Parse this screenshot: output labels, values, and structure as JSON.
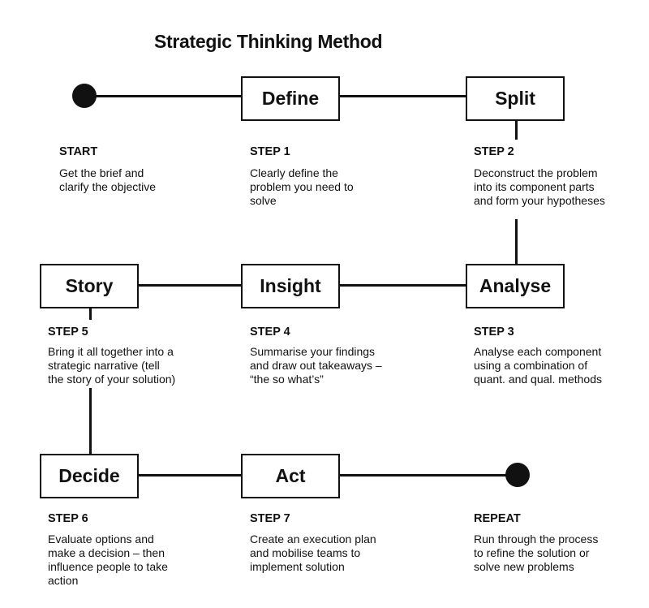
{
  "title": "Strategic Thinking Method",
  "boxes": {
    "define": "Define",
    "split": "Split",
    "analyse": "Analyse",
    "insight": "Insight",
    "story": "Story",
    "decide": "Decide",
    "act": "Act"
  },
  "steps": [
    {
      "label": "START",
      "lines": [
        "Get the brief and",
        "clarify the objective"
      ]
    },
    {
      "label": "STEP 1",
      "lines": [
        "Clearly define the",
        "problem you need to",
        "solve"
      ]
    },
    {
      "label": "STEP 2",
      "lines": [
        "Deconstruct the problem",
        "into its component parts",
        "and form your hypotheses"
      ]
    },
    {
      "label": "STEP 5",
      "lines": [
        "Bring it all together into a",
        "strategic narrative (tell",
        "the story of your solution)"
      ]
    },
    {
      "label": "STEP 4",
      "lines": [
        "Summarise your findings",
        "and draw out takeaways –",
        "“the so what’s”"
      ]
    },
    {
      "label": "STEP 3",
      "lines": [
        "Analyse each component",
        "using a combination of",
        "quant. and qual. methods"
      ]
    },
    {
      "label": "STEP 6",
      "lines": [
        "Evaluate options and",
        "make a decision – then",
        "influence people to take",
        "action"
      ]
    },
    {
      "label": "STEP 7",
      "lines": [
        "Create an execution plan",
        "and mobilise teams to",
        "implement solution"
      ]
    },
    {
      "label": "REPEAT",
      "lines": [
        "Run through the process",
        "to refine the solution or",
        "solve new problems"
      ]
    }
  ]
}
